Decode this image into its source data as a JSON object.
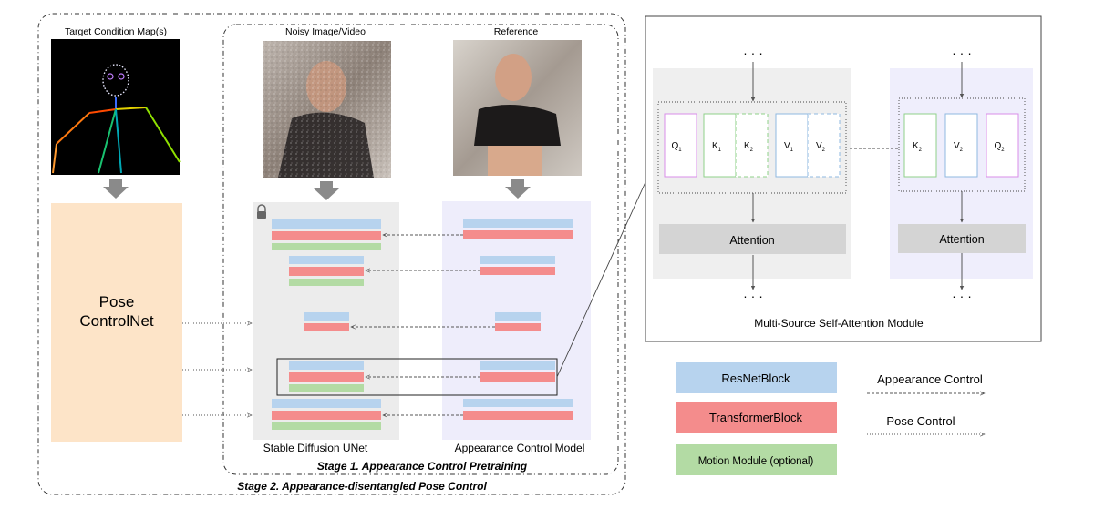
{
  "stage2_label": "Stage 2. Appearance-disentangled Pose Control",
  "stage1_label": "Stage 1. Appearance Control Pretraining",
  "target_label": "Target Condition Map(s)",
  "noisy_label": "Noisy Image/Video",
  "reference_label": "Reference",
  "pose_controlnet": {
    "line1": "Pose",
    "line2": "ControlNet"
  },
  "unet_label": "Stable Diffusion UNet",
  "acm_label": "Appearance Control Model",
  "attention_module": {
    "title": "Multi-Source Self-Attention Module",
    "left_tokens": [
      {
        "main": "Q",
        "sub": "1"
      },
      {
        "main": "K",
        "sub": "1"
      },
      {
        "main": "K",
        "sub": "2"
      },
      {
        "main": "V",
        "sub": "1"
      },
      {
        "main": "V",
        "sub": "2"
      }
    ],
    "right_tokens": [
      {
        "main": "K",
        "sub": "2"
      },
      {
        "main": "V",
        "sub": "2"
      },
      {
        "main": "Q",
        "sub": "2"
      }
    ],
    "attention_label": "Attention",
    "ellipsis": "· · ·"
  },
  "legend": {
    "resnet": "ResNetBlock",
    "transformer": "TransformerBlock",
    "motion": "Motion Module (optional)",
    "appearance_control": "Appearance Control",
    "pose_control": "Pose Control"
  },
  "colors": {
    "resnet": "#b7d3ee",
    "transformer": "#f48c8c",
    "motion": "#b3dba4",
    "pose_box": "#fde4c8",
    "unet_panel": "#ececec",
    "acm_panel": "#eeedfb",
    "gray_arrow": "#8a8a8a",
    "attention": "#d4d4d4"
  }
}
